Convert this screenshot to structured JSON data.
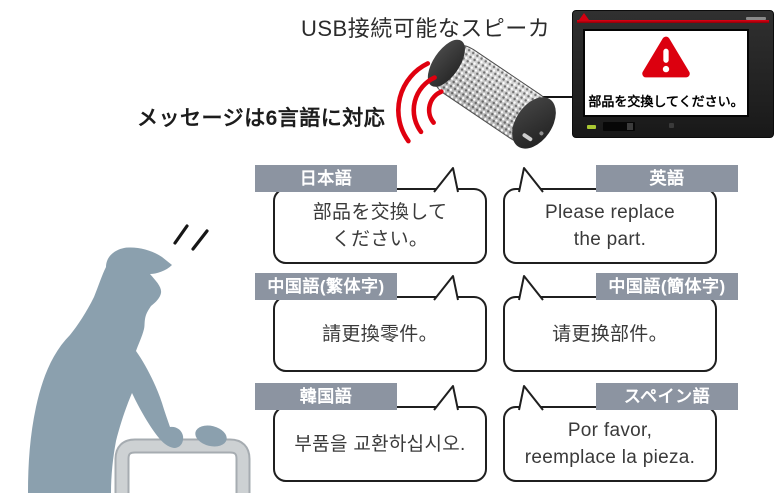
{
  "page": {
    "title": "USB接続可能なスピーカ",
    "caption": "メッセージは6言語に対応"
  },
  "monitor": {
    "alert_message": "部品を交換してください。"
  },
  "bubbles": [
    {
      "language": "日本語",
      "message": "部品を交換して\nください。"
    },
    {
      "language": "英語",
      "message": "Please replace\nthe part."
    },
    {
      "language": "中国語(繁体字)",
      "message": "請更換零件。"
    },
    {
      "language": "中国語(簡体字)",
      "message": "请更换部件。"
    },
    {
      "language": "韓国語",
      "message": "부품을 교환하십시오."
    },
    {
      "language": "スペイン語",
      "message": "Por favor,\nreemplace la pieza."
    }
  ],
  "colors": {
    "alert_red": "#dc000f",
    "wave_red": "#e0000f",
    "tag_gray": "#8c94a1",
    "worker_blue": "#8ba0ae"
  }
}
